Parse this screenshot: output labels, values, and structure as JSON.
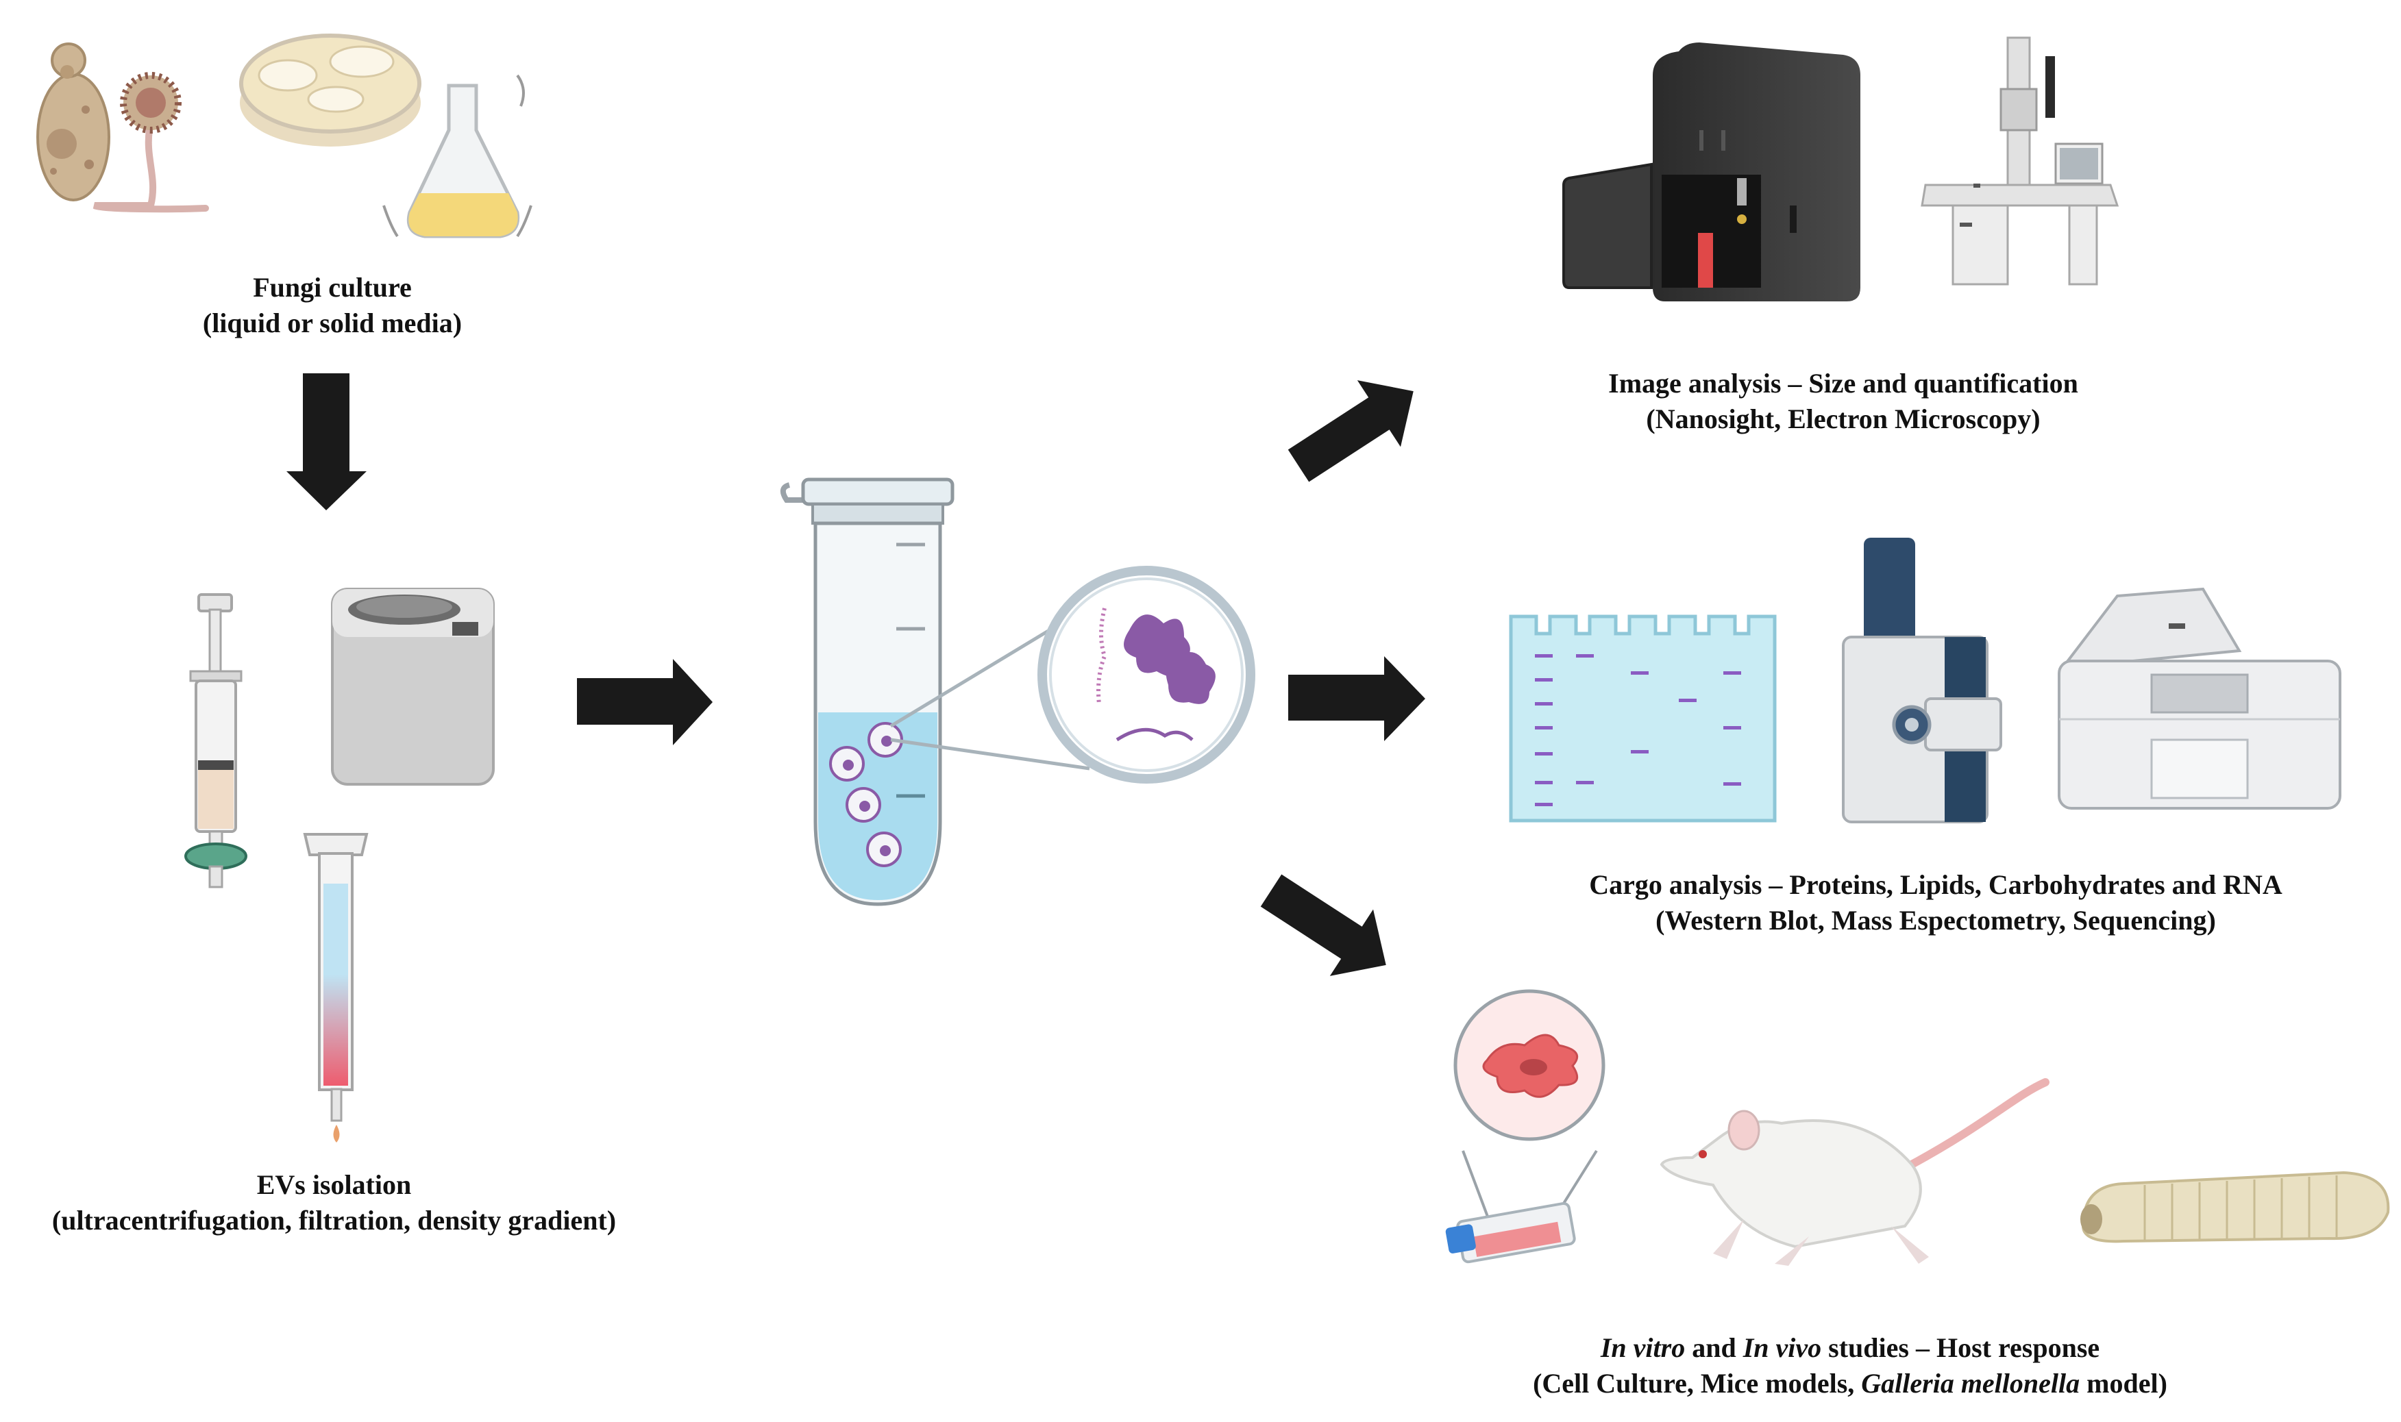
{
  "captions": {
    "fungi": {
      "line1": "Fungi culture",
      "line2": "(liquid or solid media)"
    },
    "isolation": {
      "line1": "EVs isolation",
      "line2": "(ultracentrifugation, filtration, density gradient)"
    },
    "image": {
      "line1": "Image analysis – Size and quantification",
      "line2": "(Nanosight, Electron Microscopy)"
    },
    "cargo": {
      "line1": "Cargo analysis – Proteins, Lipids, Carbohydrates and RNA",
      "line2": "(Western Blot, Mass Espectometry, Sequencing)"
    },
    "host": {
      "line1_it1": "In vitro",
      "line1_mid": " and ",
      "line1_it2": "In vivo",
      "line1_end": " studies – Host response",
      "line2_start": "(Cell Culture, Mice models, ",
      "line2_it": "Galleria mellonella",
      "line2_end": " model)"
    }
  },
  "colors": {
    "arrow": "#1a1a1a",
    "tube_liquid": "#a9dcef",
    "ev_purple": "#8a5aa6",
    "gel": "#c9ecf4",
    "cell_red": "#e86466",
    "larva": "#e9e0c2"
  },
  "icons": [
    "yeast-icon",
    "mold-icon",
    "petri-dish-icon",
    "flask-icon",
    "syringe-filter-icon",
    "centrifuge-icon",
    "gradient-column-icon",
    "microtube-icon",
    "magnifier-icon",
    "nanosight-icon",
    "electron-microscope-icon",
    "western-blot-gel-icon",
    "mass-spectrometer-icon",
    "sequencer-icon",
    "cell-culture-flask-icon",
    "mouse-icon",
    "larva-icon",
    "arrow-icon"
  ]
}
